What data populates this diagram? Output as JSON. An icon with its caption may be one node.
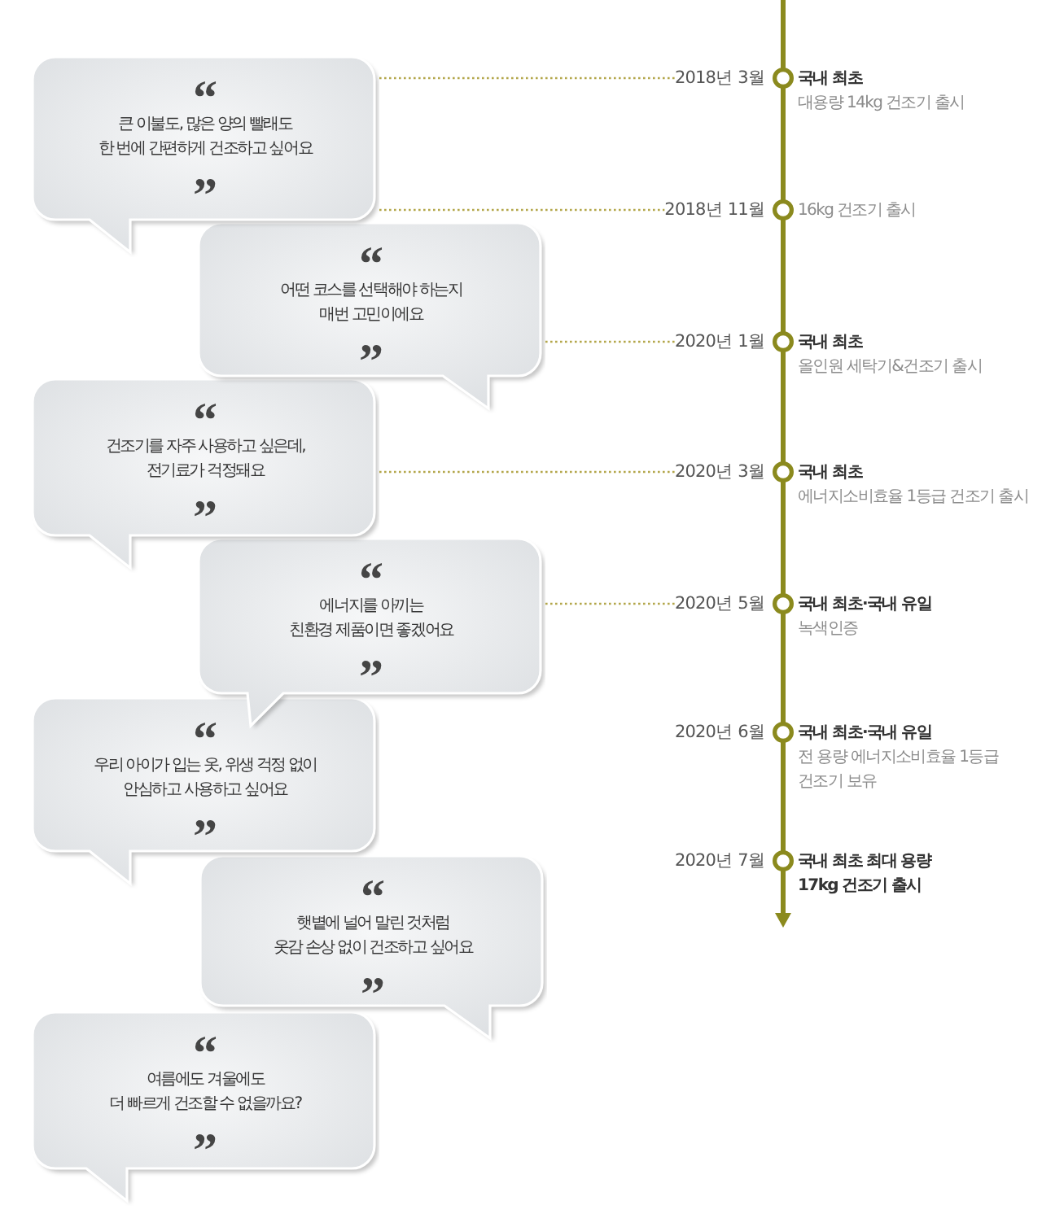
{
  "diagram": {
    "nodes": [
      {
        "text": [
          "“",
          "큰 이불도, 많은 양의 빨래도 한 번에 간편하게 건조하고 싶어요",
          "”"
        ]
      },
      {
        "text": [
          "“",
          "어떤 코스를 선택해야 하는지 매번 고민이에요",
          "”"
        ]
      },
      {
        "text": [
          "“",
          "건조기를 자주 사용하고 싶은데, 전기료가 걱정돼요",
          "”"
        ]
      },
      {
        "text": [
          "“",
          "에너지를 아끼는 친환경 제품이면 좋겠어요",
          "”"
        ]
      },
      {
        "text": [
          "“",
          "우리 아이가 입는 옷, 위생 걱정 없이 안심하고 사용하고 싶어요",
          "”"
        ]
      },
      {
        "text": [
          "“",
          "햇볕에 널어 말린 것처럼 옷감 손상 없이 건조하고 싶어요",
          "”"
        ]
      },
      {
        "text": [
          "“",
          "여름에도 겨울에도 더 빠르게 건조할 수 없을까요?",
          "”"
        ]
      },
      {
        "text": [
          "2018년 3월"
        ],
        "beside": [
          "국내 최초",
          "대용량 14kg 건조기 출시"
        ]
      },
      {
        "text": [
          "2018년 11월"
        ],
        "beside": [
          "16kg 건조기 출시"
        ]
      },
      {
        "text": [
          "2020년 1월"
        ],
        "beside": [
          "국내 최초",
          "올인원 세탁기&건조기 출시"
        ]
      },
      {
        "text": [
          "2020년 3월"
        ],
        "beside": [
          "국내 최초",
          "에너지소비효율 1등급 건조기 출시"
        ]
      },
      {
        "text": [
          "2020년 5월"
        ],
        "beside": [
          "국내 최초·국내 유일",
          "녹색인증"
        ]
      },
      {
        "text": [
          "2020년 6월"
        ],
        "beside": [
          "국내 최초·국내 유일",
          "전 용량 에너지소비효율 1등급 건조기 보유"
        ]
      },
      {
        "text": [
          "2020년 7월"
        ],
        "beside": [
          "국내 최초 최대 용량",
          "17kg 건조기 출시"
        ]
      }
    ],
    "edges": [
      {
        "from": 0,
        "to": 7,
        "arrow": "none"
      },
      {
        "from": 0,
        "to": 8,
        "arrow": "none"
      },
      {
        "from": 1,
        "to": 9,
        "arrow": "none"
      },
      {
        "from": 2,
        "to": 10,
        "arrow": "none"
      },
      {
        "from": 3,
        "to": 11,
        "arrow": "none"
      }
    ]
  }
}
